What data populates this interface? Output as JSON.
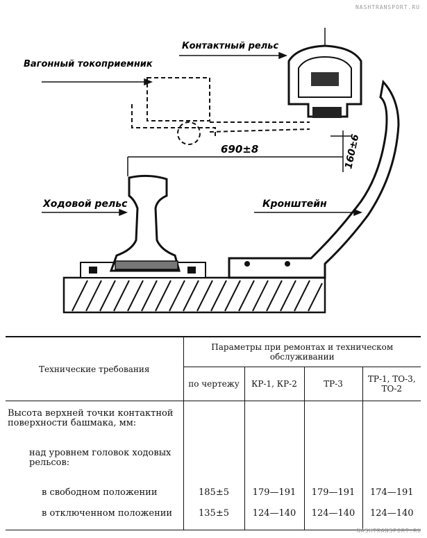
{
  "watermark": "NASHTRANSPORT.RU",
  "figure": {
    "labels": {
      "contact_rail": "Контактный рельс",
      "collector": "Вагонный токоприемник",
      "running_rail": "Ходовой рельс",
      "bracket": "Кронштейн",
      "dim_horizontal": "690±8",
      "dim_vertical": "160±6"
    }
  },
  "table": {
    "head_requirements": "Технические требования",
    "head_params": "Параметры при ремонтах и техническом обслуживании",
    "columns": [
      "по чертежу",
      "КР-1, КР-2",
      "ТР-3",
      "ТР-1, ТО-3, ТО-2"
    ],
    "rows": {
      "r1": "Высота верхней точки контактной поверхности башмака, мм:",
      "r2": "над уровнем головок ходовых рельсов:",
      "r3": "в свободном положении",
      "r3_values": [
        "185±5",
        "179—191",
        "179—191",
        "174—191"
      ],
      "r4": "в отключенном положении",
      "r4_values": [
        "135±5",
        "124—140",
        "124—140",
        "124—140"
      ]
    }
  }
}
